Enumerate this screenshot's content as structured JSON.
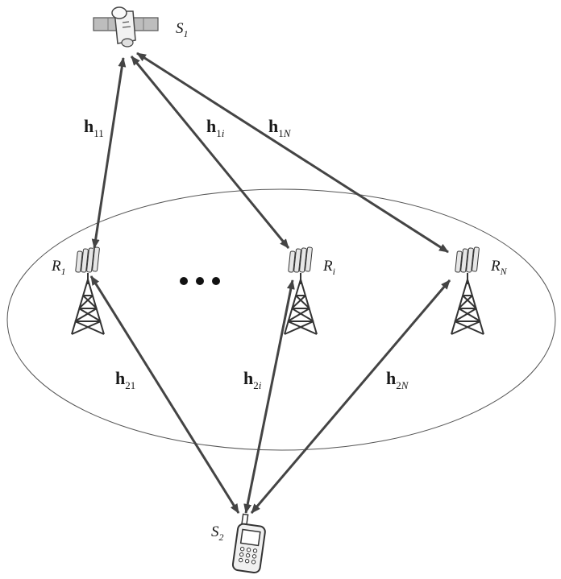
{
  "nodes": {
    "source1": {
      "label": "S",
      "sub": "1"
    },
    "source2": {
      "label": "S",
      "sub": "2"
    },
    "relay1": {
      "label": "R",
      "sub": "1"
    },
    "relayi": {
      "label": "R",
      "sub": "i"
    },
    "relayN": {
      "label": "R",
      "sub": "N"
    }
  },
  "channels": {
    "h11": {
      "symbol": "h",
      "sub_a": "1",
      "sub_b": "1"
    },
    "h1i": {
      "symbol": "h",
      "sub_a": "1",
      "sub_b": "i"
    },
    "h1N": {
      "symbol": "h",
      "sub_a": "1",
      "sub_b": "N"
    },
    "h21": {
      "symbol": "h",
      "sub_a": "2",
      "sub_b": "1"
    },
    "h2i": {
      "symbol": "h",
      "sub_a": "2",
      "sub_b": "i"
    },
    "h2N": {
      "symbol": "h",
      "sub_a": "2",
      "sub_b": "N"
    }
  },
  "style": {
    "arrow_color": "#444444",
    "ellipse_color": "#555555",
    "icon_color": "#333333",
    "icon_light": "#e6e6e6"
  }
}
